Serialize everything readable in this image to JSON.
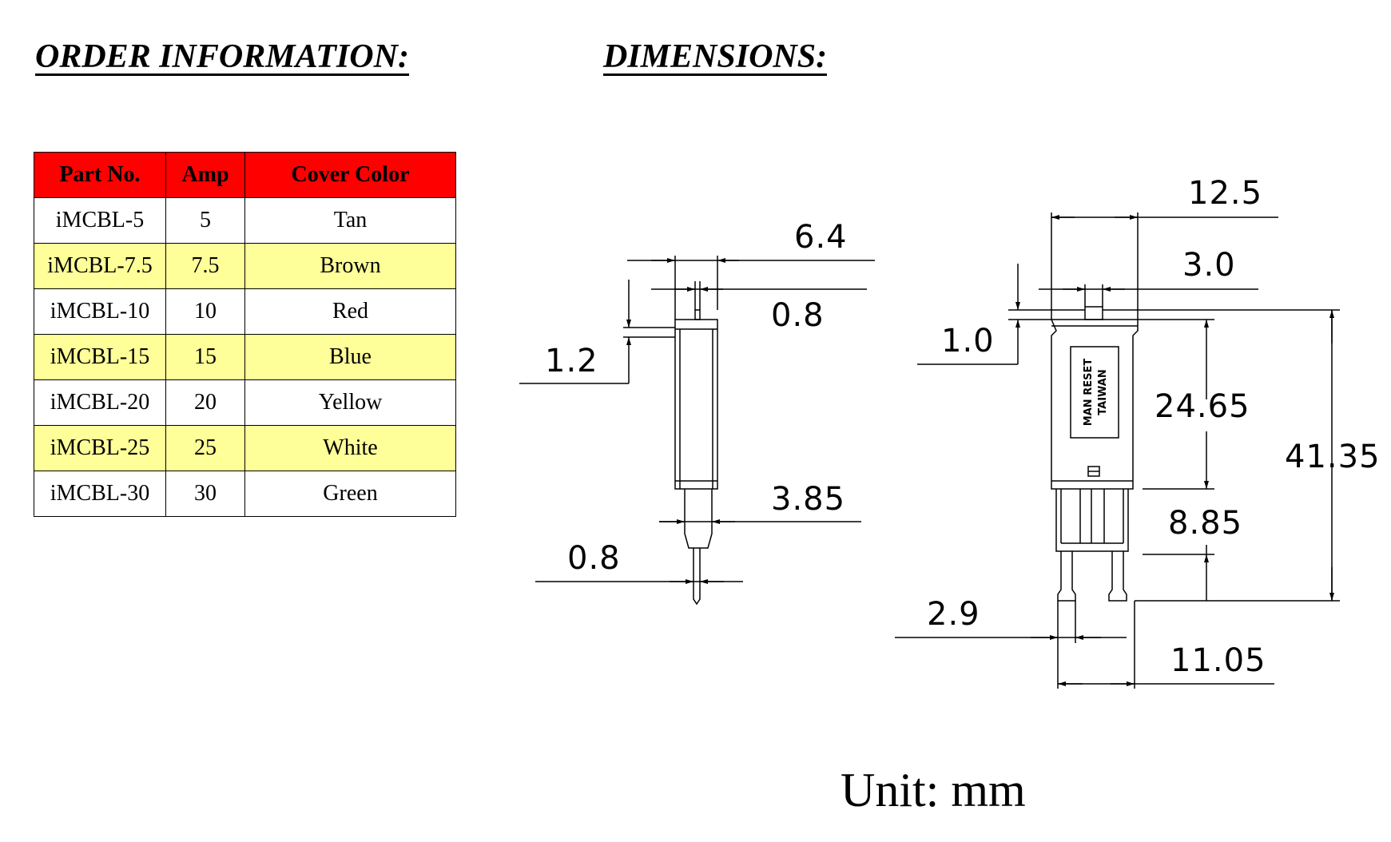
{
  "headings": {
    "order": "ORDER INFORMATION:",
    "dimensions": "DIMENSIONS:"
  },
  "table": {
    "headers": [
      "Part No.",
      "Amp",
      "Cover Color"
    ],
    "rows": [
      [
        "iMCBL-5",
        "5",
        "Tan"
      ],
      [
        "iMCBL-7.5",
        "7.5",
        "Brown"
      ],
      [
        "iMCBL-10",
        "10",
        "Red"
      ],
      [
        "iMCBL-15",
        "15",
        "Blue"
      ],
      [
        "iMCBL-20",
        "20",
        "Yellow"
      ],
      [
        "iMCBL-25",
        "25",
        "White"
      ],
      [
        "iMCBL-30",
        "30",
        "Green"
      ]
    ],
    "header_color": "#ff0000",
    "alt_row_color": "#ffff99"
  },
  "drawing": {
    "side_view": {
      "width_label": "6.4",
      "tab_width_label": "0.8",
      "tab_height_label": "1.2",
      "pin_width_label": "3.85",
      "tip_width_label": "0.8"
    },
    "front_view": {
      "width_label": "12.5",
      "button_width_label": "3.0",
      "button_height_label": "1.0",
      "body_height_label": "24.65",
      "total_height_label": "41.35",
      "pin_length_label": "8.85",
      "pin_width_label": "2.9",
      "pin_span_label": "11.05",
      "marking_line1": "MAN RESET",
      "marking_line2": "TAIWAN"
    }
  },
  "unit": "Unit: mm"
}
